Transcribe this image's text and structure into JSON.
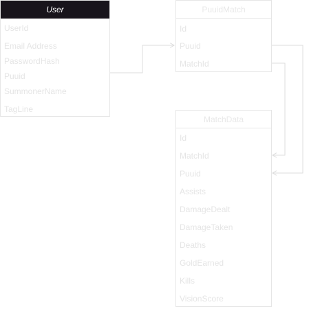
{
  "entities": {
    "user": {
      "title": "User",
      "fields": [
        "UserId",
        "Email Address",
        "PasswordHash",
        "Puuid",
        "SummonerName",
        "TagLine"
      ]
    },
    "puuid_match": {
      "title": "PuuidMatch",
      "fields": [
        "Id",
        "Puuid",
        "MatchId"
      ]
    },
    "match_data": {
      "title": "MatchData",
      "fields": [
        "Id",
        "MatchId",
        "Puuid",
        "Assists",
        "DamageDealt",
        "DamageTaken",
        "Deaths",
        "GoldEarned",
        "Kills",
        "VisionScore"
      ]
    }
  },
  "relations": [
    {
      "from": "User.Puuid",
      "to": "PuuidMatch.Puuid"
    },
    {
      "from": "PuuidMatch.Puuid",
      "to": "MatchData.Puuid"
    },
    {
      "from": "PuuidMatch.MatchId",
      "to": "MatchData.MatchId"
    }
  ],
  "colors": {
    "header_dark": "#18141b",
    "border": "#e6e6e6",
    "text_faint": "#e5e5e5",
    "connector": "#dddddd"
  }
}
